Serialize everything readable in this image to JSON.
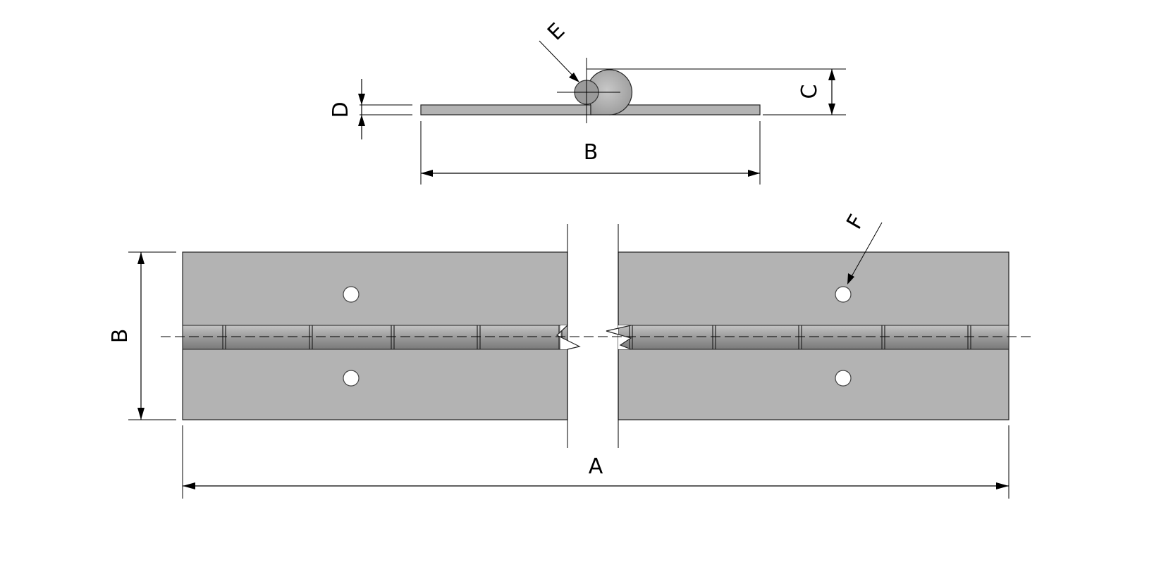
{
  "labels": {
    "A": "A",
    "B_top": "B",
    "B_left": "B",
    "C": "C",
    "D": "D",
    "E": "E",
    "F": "F"
  },
  "colors": {
    "plate": "#b3b3b3",
    "outline": "#222222",
    "background": "#ffffff"
  }
}
